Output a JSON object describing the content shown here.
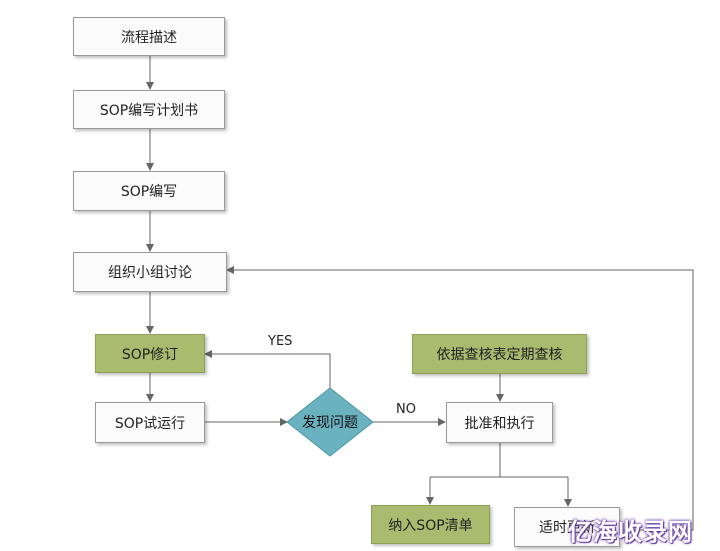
{
  "nodes": {
    "describe": "流程描述",
    "plan": "SOP编写计划书",
    "write": "SOP编写",
    "discuss": "组织小组讨论",
    "revise": "SOP修订",
    "trial": "SOP试运行",
    "decision": "发现问题",
    "checklist": "依据查核表定期查核",
    "approve": "批准和执行",
    "include": "纳入SOP清单",
    "update": "适时更新"
  },
  "labels": {
    "yes": "YES",
    "no": "NO"
  },
  "watermark": "亿海收录网",
  "colors": {
    "green_box": "#a9bb6f",
    "diamond": "#6bb2c0",
    "line": "#666666"
  }
}
